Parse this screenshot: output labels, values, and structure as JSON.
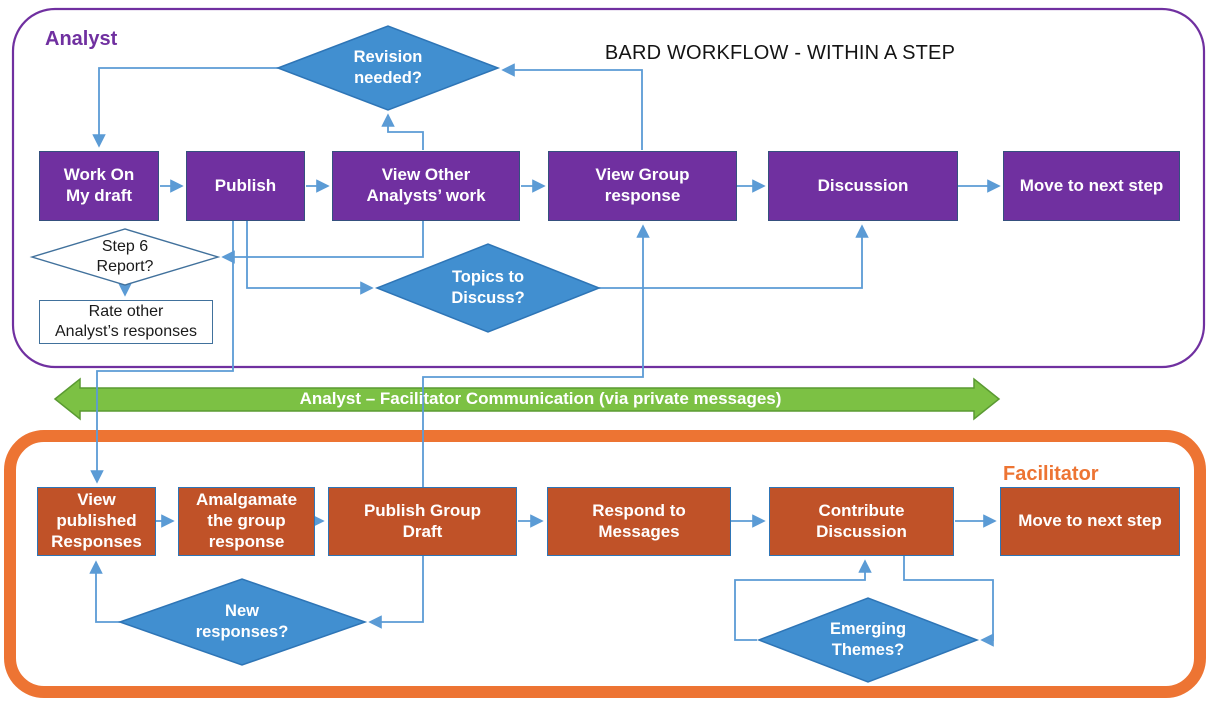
{
  "title": "BARD WORKFLOW - WITHIN A STEP",
  "banner": {
    "label": "Analyst – Facilitator Communication (via private messages)",
    "fill": "#7CC144",
    "border": "#5A9A32"
  },
  "colors": {
    "analyst_accent": "#7030A0",
    "facilitator_accent": "#ED7433",
    "step_box_purple": "#7030A0",
    "step_box_orange": "#C05228",
    "decision_blue_fill": "#418FD0",
    "decision_blue_border": "#2E75B6",
    "connector_blue": "#5B9BD5"
  },
  "analyst": {
    "label": "Analyst",
    "steps": [
      {
        "label": "Work On\nMy draft"
      },
      {
        "label": "Publish"
      },
      {
        "label": "View Other\nAnalysts’ work"
      },
      {
        "label": "View Group\nresponse"
      },
      {
        "label": "Discussion"
      },
      {
        "label": "Move to next step"
      }
    ],
    "decisions": {
      "revision": {
        "label": "Revision\nneeded?"
      },
      "topics": {
        "label": "Topics to\nDiscuss?"
      },
      "step6": {
        "label": "Step 6\nReport?"
      }
    },
    "rate_note": {
      "label": "Rate other\nAnalyst’s responses"
    }
  },
  "facilitator": {
    "label": "Facilitator",
    "steps": [
      {
        "label": "View\npublished\nResponses"
      },
      {
        "label": "Amalgamate\nthe group\nresponse"
      },
      {
        "label": "Publish Group\nDraft"
      },
      {
        "label": "Respond to\nMessages"
      },
      {
        "label": "Contribute\nDiscussion"
      },
      {
        "label": "Move to next step"
      }
    ],
    "decisions": {
      "new_responses": {
        "label": "New\nresponses?"
      },
      "emerging": {
        "label": "Emerging\nThemes?"
      }
    }
  }
}
